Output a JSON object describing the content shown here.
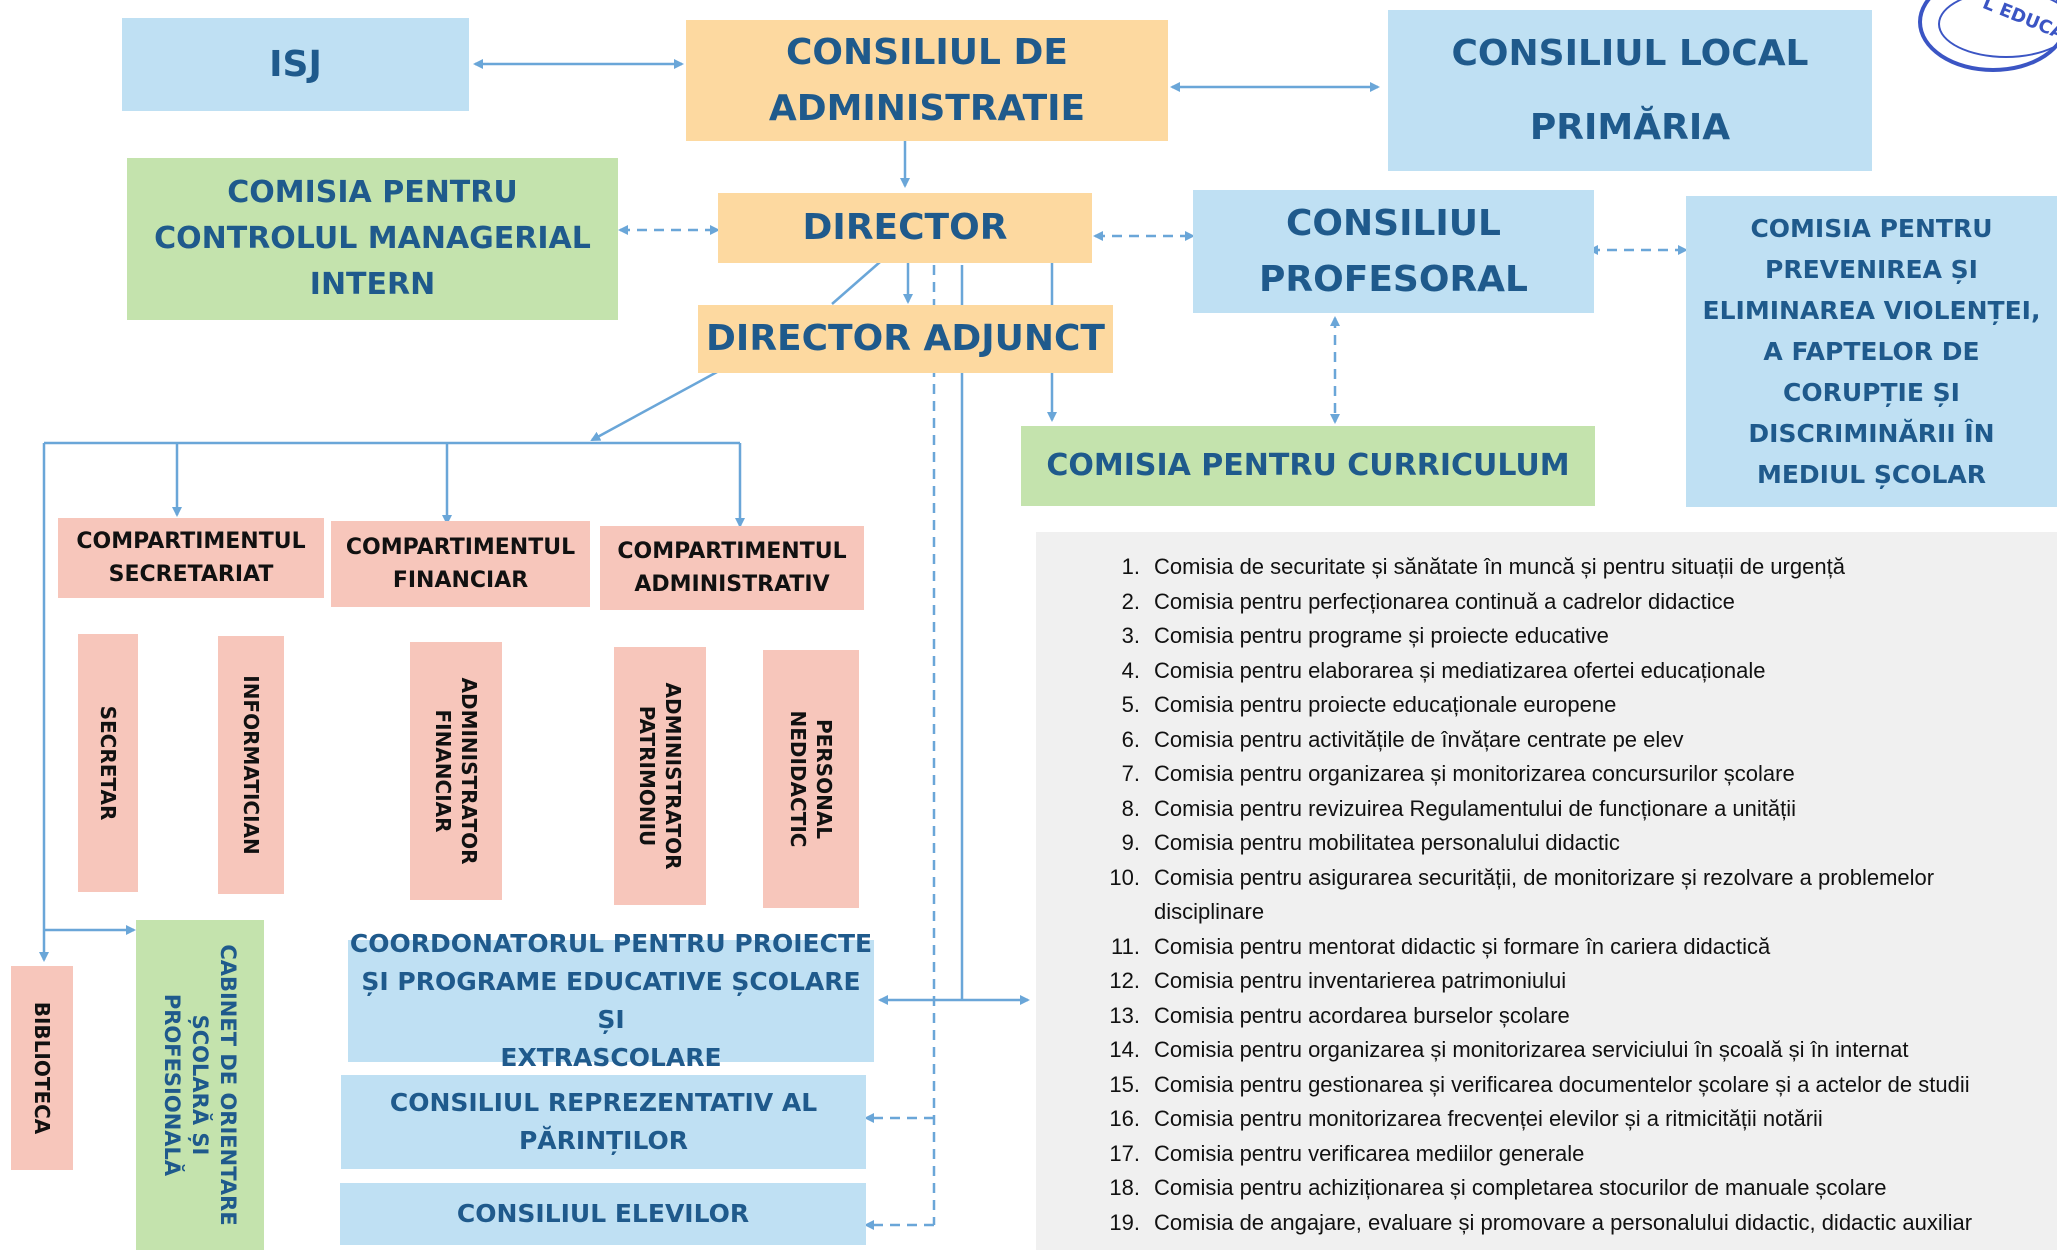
{
  "colors": {
    "blue_box": "#bfe0f3",
    "orange_box": "#fdd9a0",
    "green_box": "#c4e3ad",
    "pink_box": "#f7c6bb",
    "title_text": "#1f5a8c",
    "connector": "#6aa6d8"
  },
  "isj": "ISJ",
  "consiliul_administratie": [
    "CONSILIUL DE",
    "ADMINISTRATIE"
  ],
  "consiliul_local": [
    "CONSILIUL LOCAL",
    "PRIMĂRIA"
  ],
  "comisia_control": [
    "COMISIA PENTRU",
    "CONTROLUL MANAGERIAL",
    "INTERN"
  ],
  "director": "DIRECTOR",
  "consiliul_profesoral": [
    "CONSILIUL",
    "PROFESORAL"
  ],
  "comisia_violenta": [
    "COMISIA PENTRU",
    "PREVENIREA ȘI",
    "ELIMINAREA VIOLENȚEI,",
    "A FAPTELOR DE",
    "CORUPȚIE ȘI",
    "DISCRIMINĂRII ÎN",
    "MEDIUL ȘCOLAR"
  ],
  "director_adjunct": "DIRECTOR ADJUNCT",
  "comisia_curriculum": "COMISIA PENTRU CURRICULUM",
  "compartiment_secretariat": [
    "COMPARTIMENTUL",
    "SECRETARIAT"
  ],
  "compartiment_financiar": [
    "COMPARTIMENTUL",
    "FINANCIAR"
  ],
  "compartiment_administrativ": [
    "COMPARTIMENTUL",
    "ADMINISTRATIV"
  ],
  "secretar": "SECRETAR",
  "informatician": "INFORMATICIAN",
  "administrator_financiar": [
    "ADMINISTRATOR",
    "FINANCIAR"
  ],
  "administrator_patrimoniu": [
    "ADMINISTRATOR",
    "PATRIMONIU"
  ],
  "personal_nedidactic": [
    "PERSONAL",
    "NEDIDACTIC"
  ],
  "biblioteca": "BIBLIOTECA",
  "cabinet_orientare": [
    "CABINET DE ORIENTARE",
    "ȘCOLARĂ ȘI",
    "PROFESIONALĂ"
  ],
  "coordonator_proiecte": [
    "COORDONATORUL PENTRU PROIECTE",
    "ȘI PROGRAME EDUCATIVE ȘCOLARE ȘI",
    "EXTRASCOLARE"
  ],
  "consiliul_parinti": [
    "CONSILIUL REPREZENTATIV AL",
    "PĂRINȚILOR"
  ],
  "consiliul_elevilor": "CONSILIUL ELEVILOR",
  "stamp_text": "L EDUCAT",
  "commissions": [
    {
      "n": "1.",
      "t": "Comisia de securitate și sănătate în muncă și pentru situații de urgență"
    },
    {
      "n": "2.",
      "t": "Comisia pentru perfecționarea continuă a cadrelor didactice"
    },
    {
      "n": "3.",
      "t": "Comisia pentru programe și proiecte educative"
    },
    {
      "n": "4.",
      "t": "Comisia pentru elaborarea și mediatizarea ofertei educaționale"
    },
    {
      "n": "5.",
      "t": "Comisia pentru proiecte educaționale europene"
    },
    {
      "n": "6.",
      "t": "Comisia pentru activitățile de învățare centrate pe elev"
    },
    {
      "n": "7.",
      "t": "Comisia pentru organizarea și monitorizarea concursurilor școlare"
    },
    {
      "n": "8.",
      "t": "Comisia pentru revizuirea Regulamentului de funcționare a unității"
    },
    {
      "n": "9.",
      "t": "Comisia pentru mobilitatea personalului didactic"
    },
    {
      "n": "10.",
      "t": "Comisia pentru asigurarea securității, de monitorizare și rezolvare a problemelor disciplinare"
    },
    {
      "n": "11.",
      "t": "Comisia pentru mentorat didactic și formare în cariera didactică"
    },
    {
      "n": "12.",
      "t": "Comisia pentru inventarierea patrimoniului"
    },
    {
      "n": "13.",
      "t": "Comisia pentru acordarea burselor școlare"
    },
    {
      "n": "14.",
      "t": "Comisia pentru organizarea și monitorizarea serviciului în școală și în internat"
    },
    {
      "n": "15.",
      "t": "Comisia pentru gestionarea și verificarea documentelor școlare și a actelor de studii"
    },
    {
      "n": "16.",
      "t": "Comisia pentru monitorizarea frecvenței elevilor și a ritmicității notării"
    },
    {
      "n": "17.",
      "t": "Comisia pentru verificarea mediilor generale"
    },
    {
      "n": "18.",
      "t": "Comisia pentru achiziționarea și completarea stocurilor de manuale școlare"
    },
    {
      "n": "19.",
      "t": "Comisia de angajare, evaluare și promovare a personalului didactic, didactic auxiliar"
    }
  ]
}
